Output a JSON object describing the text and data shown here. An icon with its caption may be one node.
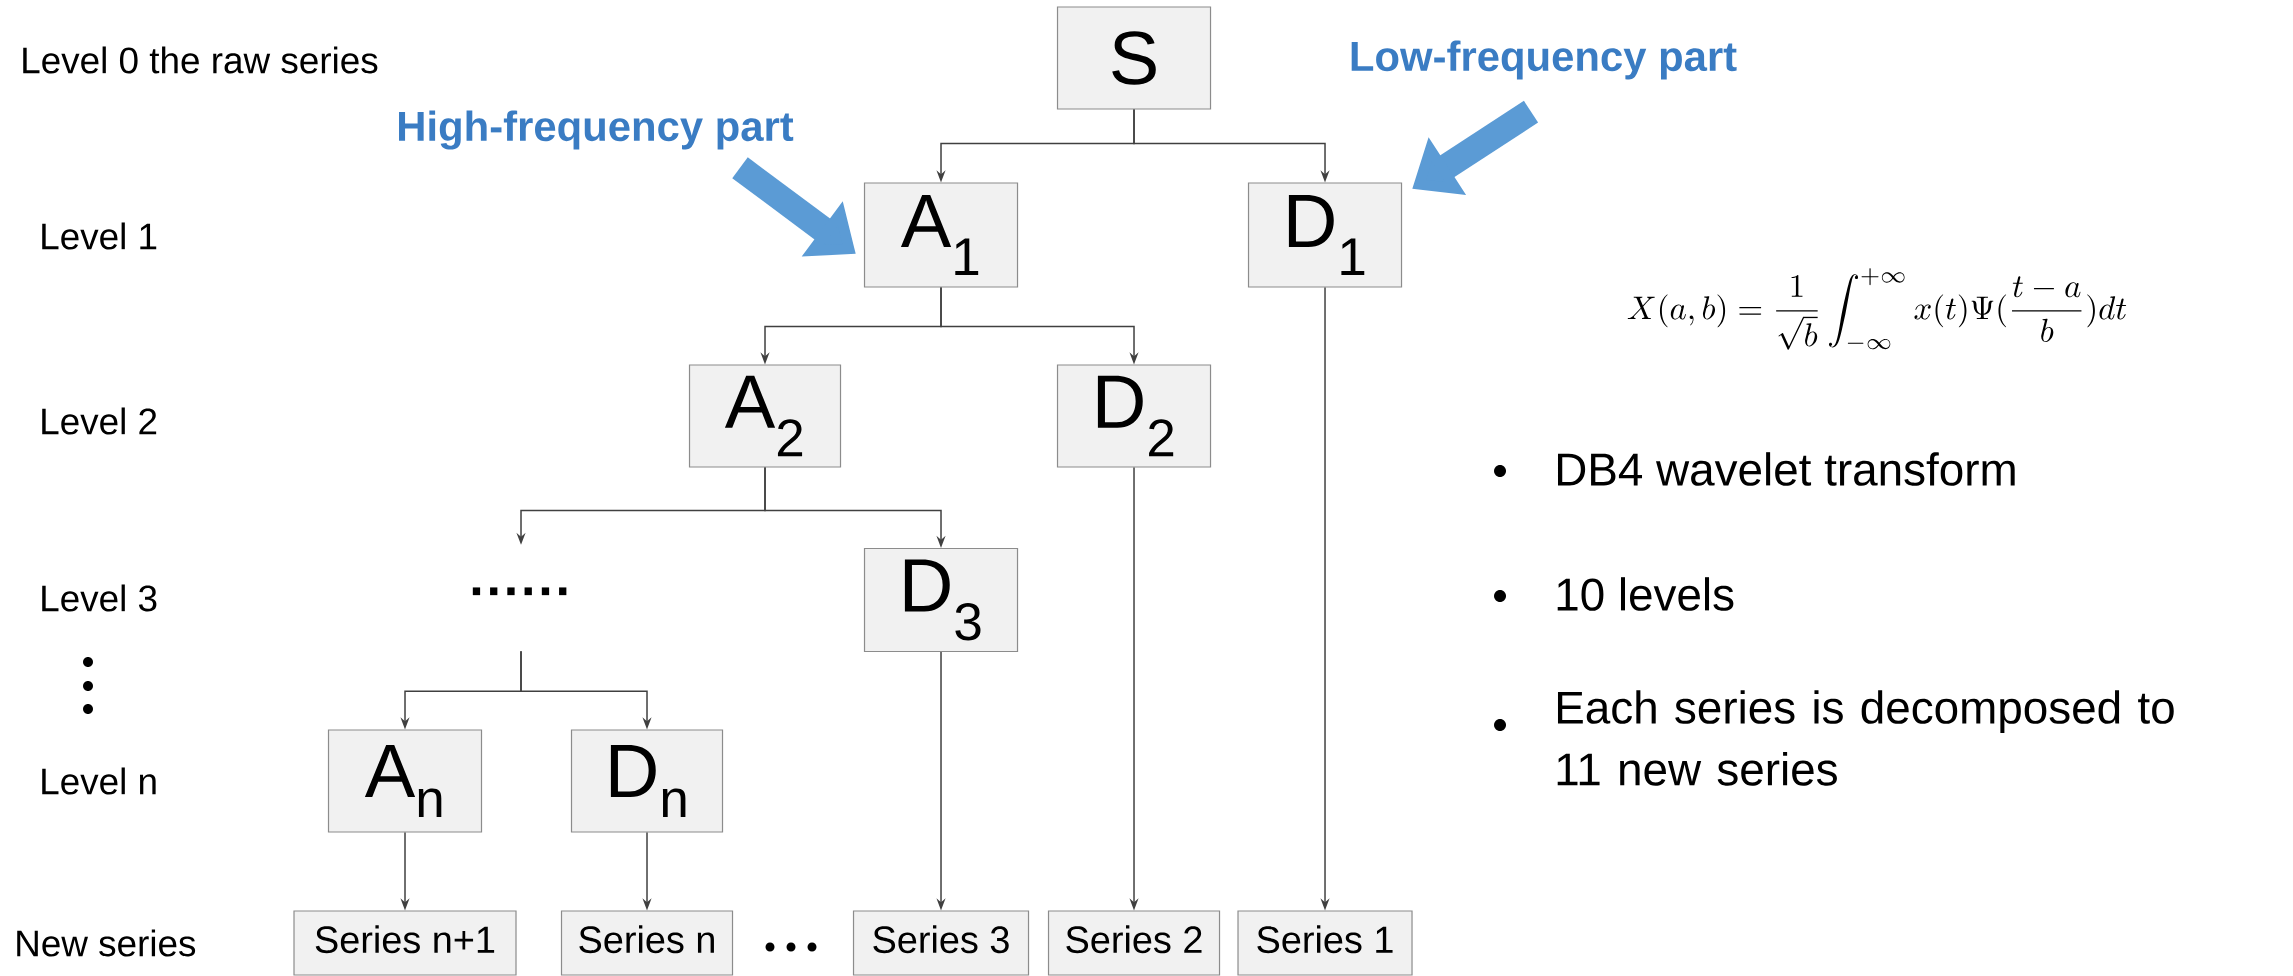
{
  "diagram": {
    "nodes": [
      {
        "text": [
          "S"
        ]
      },
      {
        "text": [
          "Low-frequency part"
        ]
      },
      {
        "text": [
          "High-frequency part"
        ]
      },
      {
        "text": [
          "A$_{1}$"
        ]
      },
      {
        "text": [
          "D$_{1}$"
        ]
      },
      {
        "text": [
          "A$_{2}$"
        ]
      },
      {
        "text": [
          "D$_{2}$"
        ]
      },
      {
        "text": [
          "······"
        ]
      },
      {
        "text": [
          "D$_{3}$"
        ]
      },
      {
        "text": [
          "A$_{n}$"
        ]
      },
      {
        "text": [
          "D$_{n}$"
        ]
      },
      {
        "text": [
          "Series n+1"
        ]
      },
      {
        "text": [
          "Series n"
        ]
      },
      {
        "text": [
          "Series 3"
        ]
      },
      {
        "text": [
          "Series 2"
        ]
      },
      {
        "text": [
          "Series 1"
        ]
      }
    ],
    "edges": [
      {
        "from": 0,
        "to": 3,
        "arrow": "to"
      },
      {
        "from": 0,
        "to": 4,
        "arrow": "to"
      },
      {
        "from": 3,
        "to": 5,
        "arrow": "to"
      },
      {
        "from": 3,
        "to": 6,
        "arrow": "to"
      },
      {
        "from": 5,
        "to": 7,
        "arrow": "to"
      },
      {
        "from": 5,
        "to": 8,
        "arrow": "to"
      },
      {
        "from": 7,
        "to": 9,
        "arrow": "to"
      },
      {
        "from": 7,
        "to": 10,
        "arrow": "to"
      },
      {
        "from": 9,
        "to": 11,
        "arrow": "to"
      },
      {
        "from": 10,
        "to": 12,
        "arrow": "to"
      },
      {
        "from": 8,
        "to": 13,
        "arrow": "to"
      },
      {
        "from": 6,
        "to": 14,
        "arrow": "to"
      },
      {
        "from": 4,
        "to": 15,
        "arrow": "to"
      },
      {
        "from": 2,
        "to": 3,
        "arrow": "to",
        "style": "thick",
        "color": "#5b9bd5"
      },
      {
        "from": 1,
        "to": 4,
        "arrow": "to",
        "style": "thick",
        "color": "#5b9bd5"
      }
    ],
    "labels": [
      "Level 0 the raw series",
      "Level 1",
      "Level 2",
      "Level 3",
      "Level n",
      "New series",
      "X(a,b)=\\frac{1}{\\sqrt{b}}\\int_{-\\infty}^{+\\infty} x(t)\\Psi(\\frac{t-a}{b})dt",
      "DB4 wavelet transform",
      "10 levels",
      "Each series is decomposed to 11 new series"
    ]
  }
}
